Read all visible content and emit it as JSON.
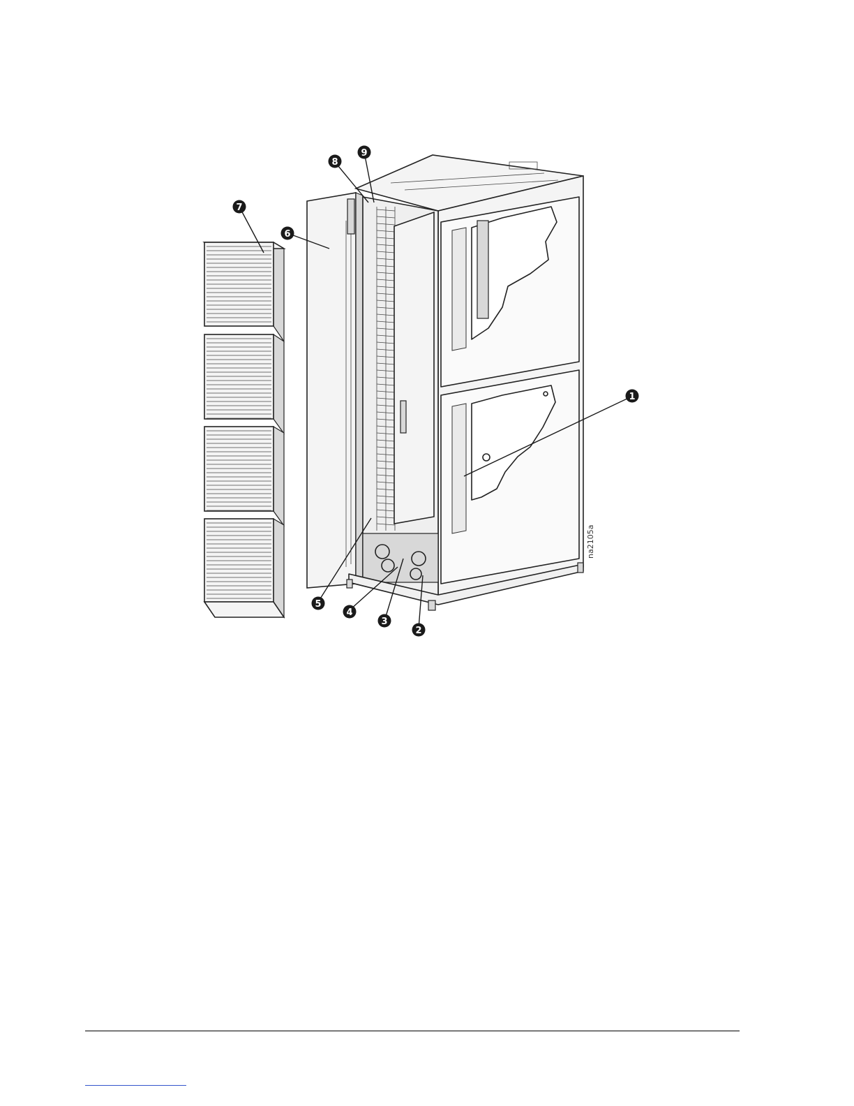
{
  "figure": {
    "figure_id": "na2105a",
    "callouts": [
      "1",
      "2",
      "3",
      "4",
      "5",
      "6",
      "7",
      "8",
      "9"
    ]
  }
}
